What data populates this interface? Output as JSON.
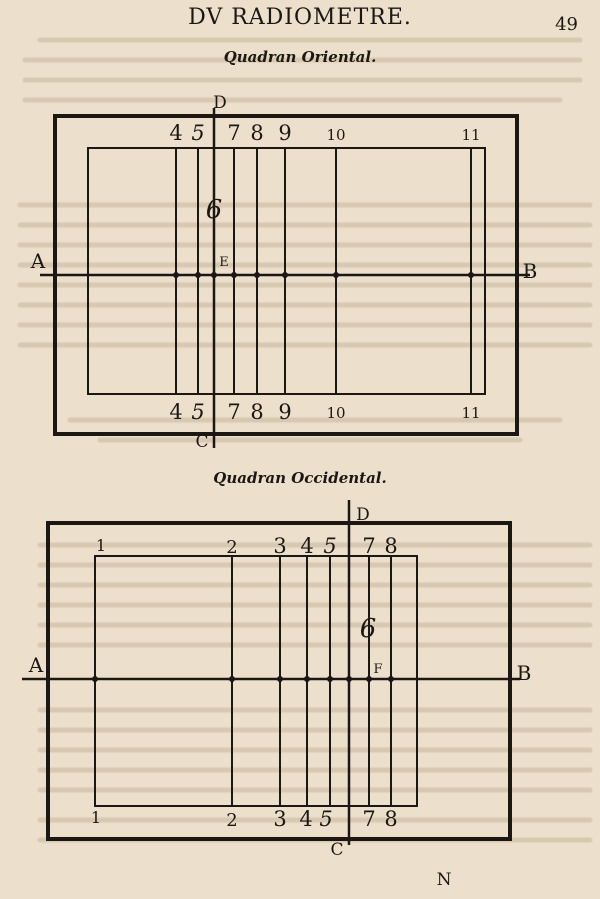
{
  "header": {
    "running_head": "DV RADIOMETRE.",
    "folio": "49"
  },
  "oriental": {
    "caption": "Quadran Oriental.",
    "top_pole": "D",
    "bottom_pole": "C",
    "left_pole": "A",
    "right_pole": "B",
    "point_label": "E",
    "center_numeral": "6",
    "top_hours": [
      "4",
      "5",
      "7",
      "8",
      "9",
      "10",
      "11"
    ],
    "bottom_hours": [
      "4",
      "5",
      "7",
      "8",
      "9",
      "10",
      "11"
    ]
  },
  "occidental": {
    "caption": "Quadran Occidental.",
    "top_pole": "D",
    "bottom_pole": "C",
    "left_pole": "A",
    "right_pole": "B",
    "point_label": "F",
    "center_numeral": "6",
    "top_hours": [
      "1",
      "2",
      "3",
      "4",
      "5",
      "7",
      "8"
    ],
    "bottom_hours": [
      "1",
      "2",
      "3",
      "4",
      "5",
      "7",
      "8"
    ],
    "footer_letter": "N"
  }
}
